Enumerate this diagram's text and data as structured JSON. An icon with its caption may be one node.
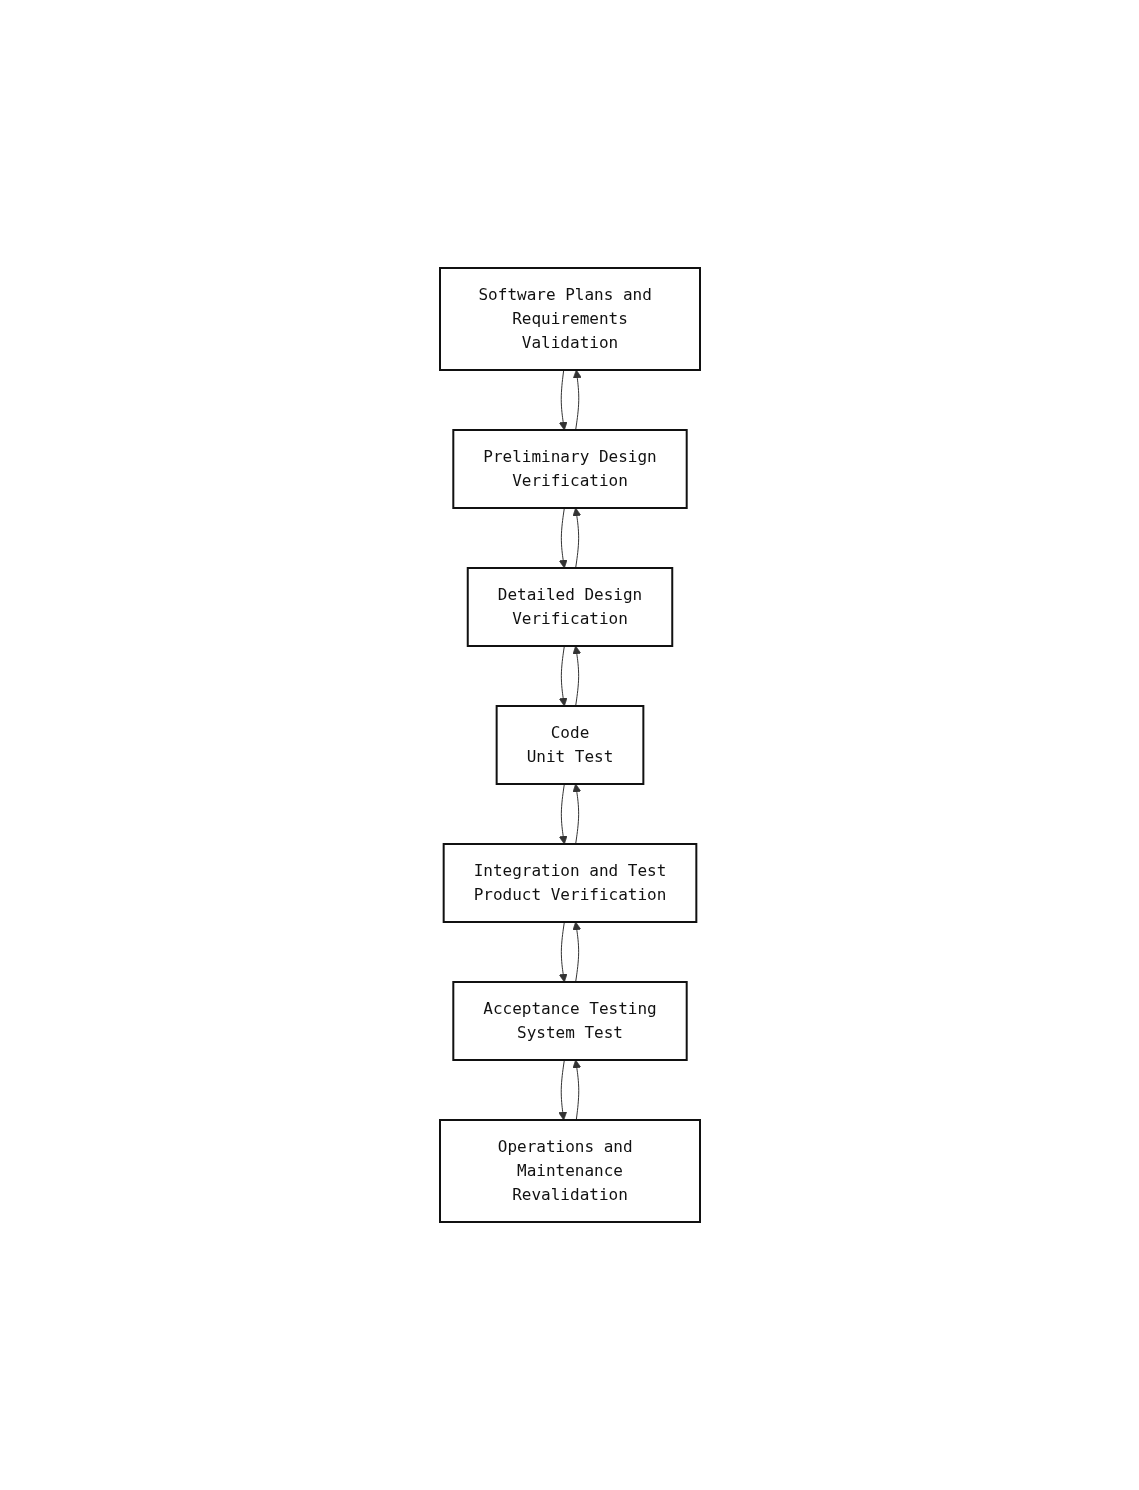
{
  "diagram": {
    "nodes": [
      {
        "text": [
          "Software Plans and Requirements",
          "Validation"
        ]
      },
      {
        "text": [
          "Preliminary Design",
          "Verification"
        ]
      },
      {
        "text": [
          "Detailed Design",
          "Verification"
        ]
      },
      {
        "text": [
          "Code",
          "Unit Test"
        ]
      },
      {
        "text": [
          "Integration and Test",
          "Product Verification"
        ]
      },
      {
        "text": [
          "Acceptance Testing",
          "System Test"
        ]
      },
      {
        "text": [
          "Operations and Maintenance",
          "Revalidation"
        ]
      }
    ],
    "edges": [
      {
        "from": 0,
        "to": 1,
        "arrow": "to"
      },
      {
        "from": 1,
        "to": 0,
        "arrow": "to"
      },
      {
        "from": 1,
        "to": 2,
        "arrow": "to"
      },
      {
        "from": 2,
        "to": 1,
        "arrow": "to"
      },
      {
        "from": 2,
        "to": 3,
        "arrow": "to"
      },
      {
        "from": 3,
        "to": 2,
        "arrow": "to"
      },
      {
        "from": 3,
        "to": 4,
        "arrow": "to"
      },
      {
        "from": 4,
        "to": 3,
        "arrow": "to"
      },
      {
        "from": 4,
        "to": 5,
        "arrow": "to"
      },
      {
        "from": 5,
        "to": 4,
        "arrow": "to"
      },
      {
        "from": 5,
        "to": 6,
        "arrow": "to"
      },
      {
        "from": 6,
        "to": 5,
        "arrow": "to"
      }
    ]
  }
}
